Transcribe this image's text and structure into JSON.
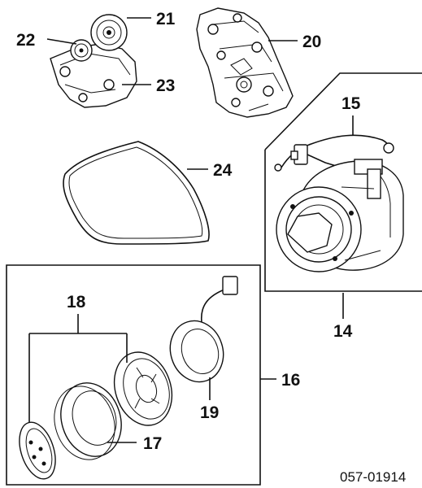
{
  "callouts": {
    "c14": "14",
    "c15": "15",
    "c16": "16",
    "c17": "17",
    "c18": "18",
    "c19": "19",
    "c20": "20",
    "c21": "21",
    "c22": "22",
    "c23": "23",
    "c24": "24"
  },
  "reference_code": "057-01914"
}
